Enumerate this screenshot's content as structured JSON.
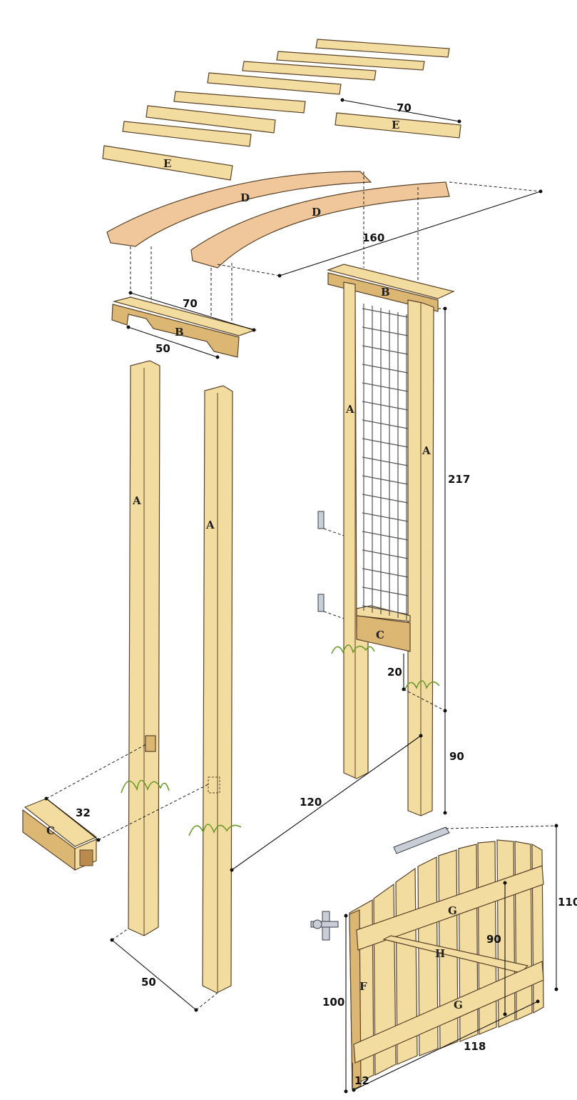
{
  "colors": {
    "wood": "#f3dca0",
    "wood_dark": "#dcb774",
    "arch": "#f0c79a",
    "grass": "#6b9a2a",
    "metal": "#c9cdd6"
  },
  "part_labels": {
    "post_left_1": "A",
    "post_left_2": "A",
    "post_right_1": "A",
    "post_right_2": "A",
    "beam_left": "B",
    "beam_right": "B",
    "crossbar_right": "C",
    "block_left": "C",
    "arch_1": "D",
    "arch_2": "D",
    "slat_top": "E",
    "slat_right": "E",
    "gate_stile": "F",
    "gate_rail_top": "G",
    "gate_rail_bottom": "G",
    "gate_brace": "H"
  },
  "dimensions": {
    "slat_length": "70",
    "arch_span": "160",
    "beam_length": "70",
    "beam_width": "50",
    "post_height": "217",
    "trellis_gap": "20",
    "post_depth_below": "90",
    "post_spacing_diagonal": "120",
    "block_length": "32",
    "base_width": "50",
    "gate_height_right": "110",
    "gate_height_left": "100",
    "gate_brace_height": "90",
    "gate_width": "118",
    "gate_bottom_gap": "12"
  }
}
